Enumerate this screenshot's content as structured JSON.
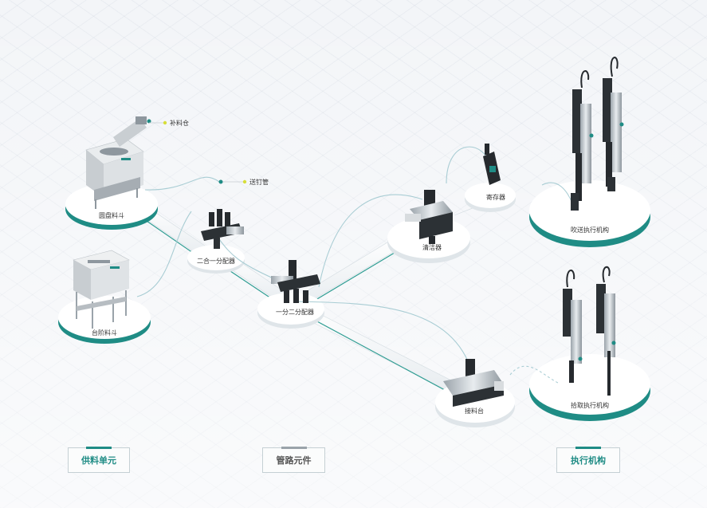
{
  "colors": {
    "accent": "#1f8c85",
    "accent_light": "#31a79c",
    "line": "#9fc6cf",
    "label_dot": "#d7de3a"
  },
  "stations": {
    "round_hopper": "圆盘料斗",
    "step_hopper": "台阶料斗",
    "merge_distributor": "二合一分配器",
    "split_distributor": "一分二分配器",
    "cleaner": "清洁器",
    "buffer": "寄存器",
    "blow_feed_mechanism": "吹送执行机构",
    "pick_mechanism": "拾取执行机构",
    "receiving_table": "接料台"
  },
  "callouts": {
    "refill_table": "补料仓",
    "screw_tube": "送钉管"
  },
  "categories": {
    "feeding_unit": "供料单元",
    "pipeline_components": "管路元件",
    "execution_mechanism": "执行机构"
  }
}
